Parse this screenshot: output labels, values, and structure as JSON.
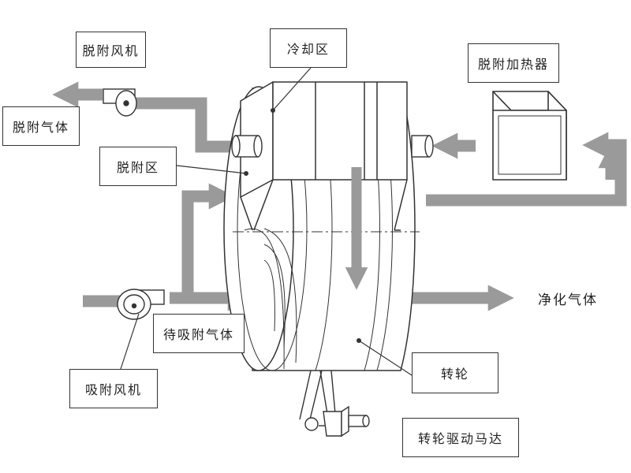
{
  "labels": {
    "desorption_fan": "脱附风机",
    "desorption_gas": "脱附气体",
    "cooling_zone": "冷却区",
    "desorption_heater": "脱附加热器",
    "desorption_zone": "脱附区",
    "purified_gas": "净化气体",
    "gas_to_adsorb": "待吸附气体",
    "adsorption_fan": "吸附风机",
    "rotor": "转轮",
    "rotor_drive_motor": "转轮驱动马达"
  },
  "colors": {
    "arrow": "#9a9a9a",
    "line": "#333333",
    "background": "#ffffff"
  }
}
